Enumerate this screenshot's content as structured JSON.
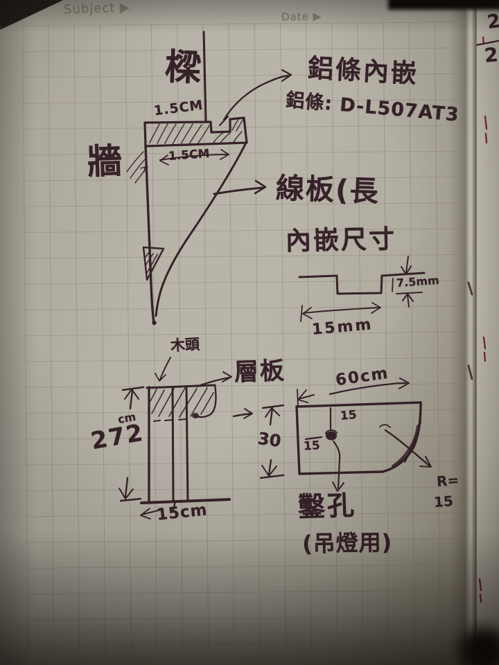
{
  "header": {
    "subject_label": "Subject ▶",
    "date_label": "Date ▶"
  },
  "adjacent_page": {
    "fraction_numerator": "2",
    "fraction_denominator": "2"
  },
  "top_sketch": {
    "beam_label": "樑",
    "wall_label": "牆",
    "dim_above_bar": "1.5CM",
    "dim_below_bar": "1.5CM",
    "note_line1": "鋁條內嵌",
    "note_line2": "鋁條: D-L507AT3",
    "molding_label": "線板(長",
    "inlay_title": "內嵌尺寸",
    "inlay_depth": "7.5mm",
    "inlay_width": "15mm"
  },
  "column_sketch": {
    "wood_label": "木頭",
    "shelf_label": "層板",
    "height_value": "272",
    "height_unit": "cm",
    "base_width": "15cm"
  },
  "panel_sketch": {
    "width_dim": "60cm",
    "height_dim": "30",
    "hole_offset_top": "15",
    "hole_offset_side": "15",
    "radius_prefix": "R=",
    "radius_value": "15",
    "hole_label": "鑿孔",
    "hole_purpose": "(吊燈用)"
  },
  "colors": {
    "ink": "#362129",
    "paper": "#b7b3a8",
    "grid_line": "#7a6a56",
    "printed_text": "#7f7a6c",
    "stitch_thread": "#7d2834"
  }
}
